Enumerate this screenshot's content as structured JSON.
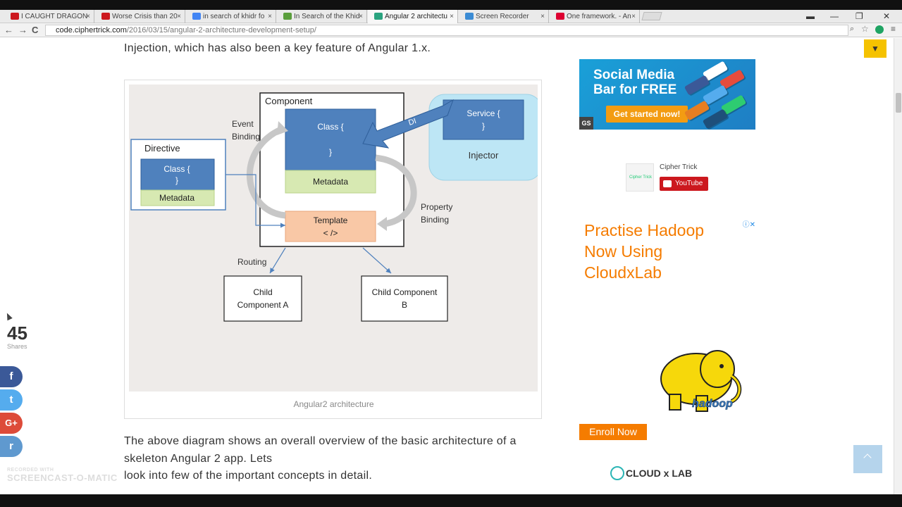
{
  "browser": {
    "tabs": [
      {
        "title": "I CAUGHT DRAGON",
        "color": "#cc181e"
      },
      {
        "title": "Worse Crisis than 20",
        "color": "#cc181e"
      },
      {
        "title": "in search of khidr fo",
        "color": "#4285f4"
      },
      {
        "title": "In Search of the Khid",
        "color": "#5a9e3c"
      },
      {
        "title": "Angular 2 architectu",
        "color": "#2aa37f"
      },
      {
        "title": "Screen Recorder",
        "color": "#3b8bd4"
      },
      {
        "title": "One framework. - An",
        "color": "#dd0031"
      }
    ],
    "active_tab": 4,
    "url_host": "code.ciphertrick.com",
    "url_path": "/2016/03/15/angular-2-architecture-development-setup/"
  },
  "article": {
    "intro": "Injection, which has also been a key feature of Angular 1.x.",
    "caption": "Angular2 architecture",
    "body_line1": "The above diagram shows an overall overview of the basic architecture of a",
    "body_line2": "skeleton Angular 2 app. Lets",
    "body_line3": "look into few of the important concepts in detail."
  },
  "diagram": {
    "component_title": "Component",
    "class_open": "Class {",
    "class_close": "}",
    "metadata": "Metadata",
    "template_title": "Template",
    "template_code": "< />",
    "directive_title": "Directive",
    "directive_class_open": "Class {",
    "directive_class_close": "}",
    "directive_metadata": "Metadata",
    "service_open": "Service {",
    "service_close": "}",
    "injector": "Injector",
    "di": "DI",
    "event_binding_1": "Event",
    "event_binding_2": "Binding",
    "property_binding_1": "Property",
    "property_binding_2": "Binding",
    "routing": "Routing",
    "child_a_1": "Child",
    "child_a_2": "Component A",
    "child_b_1": "Child Component",
    "child_b_2": "B"
  },
  "sidebar": {
    "ad1_title": "Social Media Bar for FREE",
    "ad1_button": "Get started now!",
    "ad1_badge": "GS",
    "channel_name": "Cipher Trick",
    "channel_logo_text": "Cipher Trick",
    "youtube_button": "YouTube",
    "ad2_text": "Practise Hadoop Now Using CloudxLab",
    "ad2_choice": "ⓘ✕",
    "enroll_button": "Enroll Now",
    "hadoop_label": "hadoop",
    "cloudx_brand": "CLOUD x LAB"
  },
  "share": {
    "count": "45",
    "label": "Shares",
    "facebook": "f",
    "twitter": "t",
    "googleplus": "G+",
    "reddit": "r"
  },
  "watermark": {
    "top": "RECORDED WITH",
    "main": "SCREENCAST-O-MATIC"
  },
  "icons": {
    "dropdown": "▼",
    "back": "←",
    "forward": "→",
    "reload": "C",
    "minimize": "—",
    "restore": "❐",
    "close": "✕",
    "tab_close": "×"
  }
}
